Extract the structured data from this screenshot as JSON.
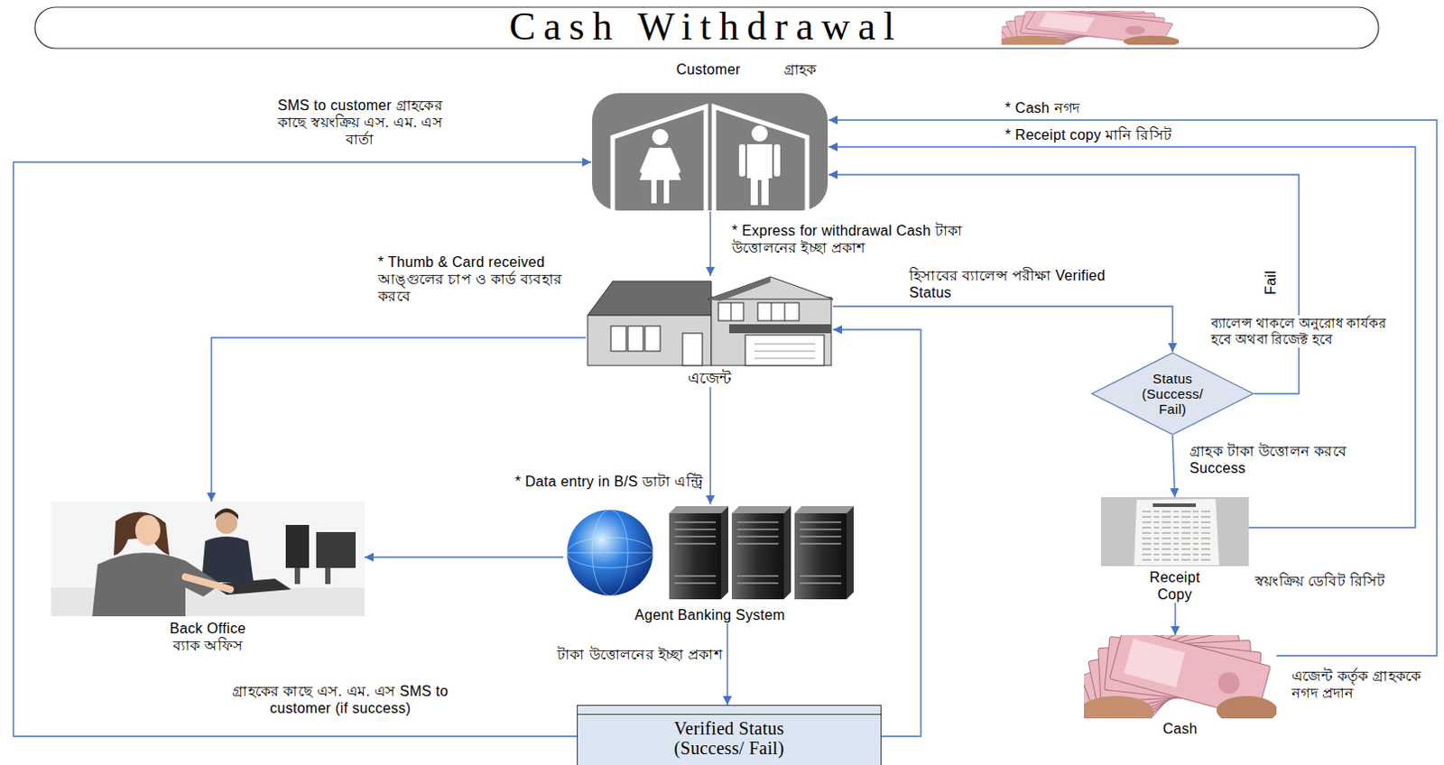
{
  "diagram": {
    "title": "Cash Withdrawal",
    "nodes": [
      {
        "text": [
          "Customer",
          "গ্রাহক"
        ]
      },
      {
        "text": [
          "এজেন্ট"
        ]
      },
      {
        "text": [
          "Agent Banking System"
        ]
      },
      {
        "text": [
          "Back Office",
          "ব্যাক অফিস"
        ]
      },
      {
        "text": [
          "Verified Status (Success/ Fail)"
        ]
      },
      {
        "text": [
          "Status (Success/ Fail)"
        ]
      },
      {
        "text": [
          "Receipt Copy",
          "স্বয়ংক্রিয় ডেবিট রিসিট"
        ]
      },
      {
        "text": [
          "Cash",
          "এজেন্ট কর্তৃক গ্রাহককে নগদ প্রদান"
        ]
      }
    ],
    "edges": [
      {
        "from": 0,
        "to": 1,
        "arrow": "to",
        "label": "* Express for withdrawal Cash টাকা উত্তোলনের ইচ্ছা প্রকাশ"
      },
      {
        "from": 1,
        "to": 3,
        "arrow": "to",
        "label": "* Thumb & Card received আঙ্গুলের চাপ ও কার্ড ব্যবহার করবে"
      },
      {
        "from": 1,
        "to": 2,
        "arrow": "to",
        "label": "* Data entry in B/S ডাটা এন্ট্রি"
      },
      {
        "from": 2,
        "to": 3,
        "arrow": "to"
      },
      {
        "from": 2,
        "to": 4,
        "arrow": "to",
        "label": "টাকা উত্তোলনের ইচ্ছা প্রকাশ"
      },
      {
        "from": 4,
        "to": 1,
        "arrow": "to"
      },
      {
        "from": 4,
        "to": 0,
        "arrow": "to",
        "label": "গ্রাহকের কাছে এস. এম. এস SMS to customer (if success)"
      },
      {
        "from": 1,
        "to": 5,
        "arrow": "to",
        "label": "হিসাবের ব্যালেন্স পরীক্ষা Verified Status"
      },
      {
        "from": 5,
        "to": 0,
        "arrow": "to",
        "label": "Fail"
      },
      {
        "from": 5,
        "to": 6,
        "arrow": "to",
        "label": "গ্রাহক টাকা উত্তোলন করবে Success"
      },
      {
        "from": 6,
        "to": 0,
        "arrow": "to",
        "label": "* Receipt copy মানি রিসিট"
      },
      {
        "from": 6,
        "to": 7,
        "arrow": "to"
      },
      {
        "from": 7,
        "to": 0,
        "arrow": "to",
        "label": "* Cash নগদ"
      }
    ],
    "labels": [
      "SMS to customer গ্রাহকের কাছে স্বয়ংক্রিয় এস. এম. এস বার্তা",
      "ব্যালেন্স থাকলে অনুরোধ কার্যকর হবে অথবা রিজেক্ট হবে"
    ]
  }
}
